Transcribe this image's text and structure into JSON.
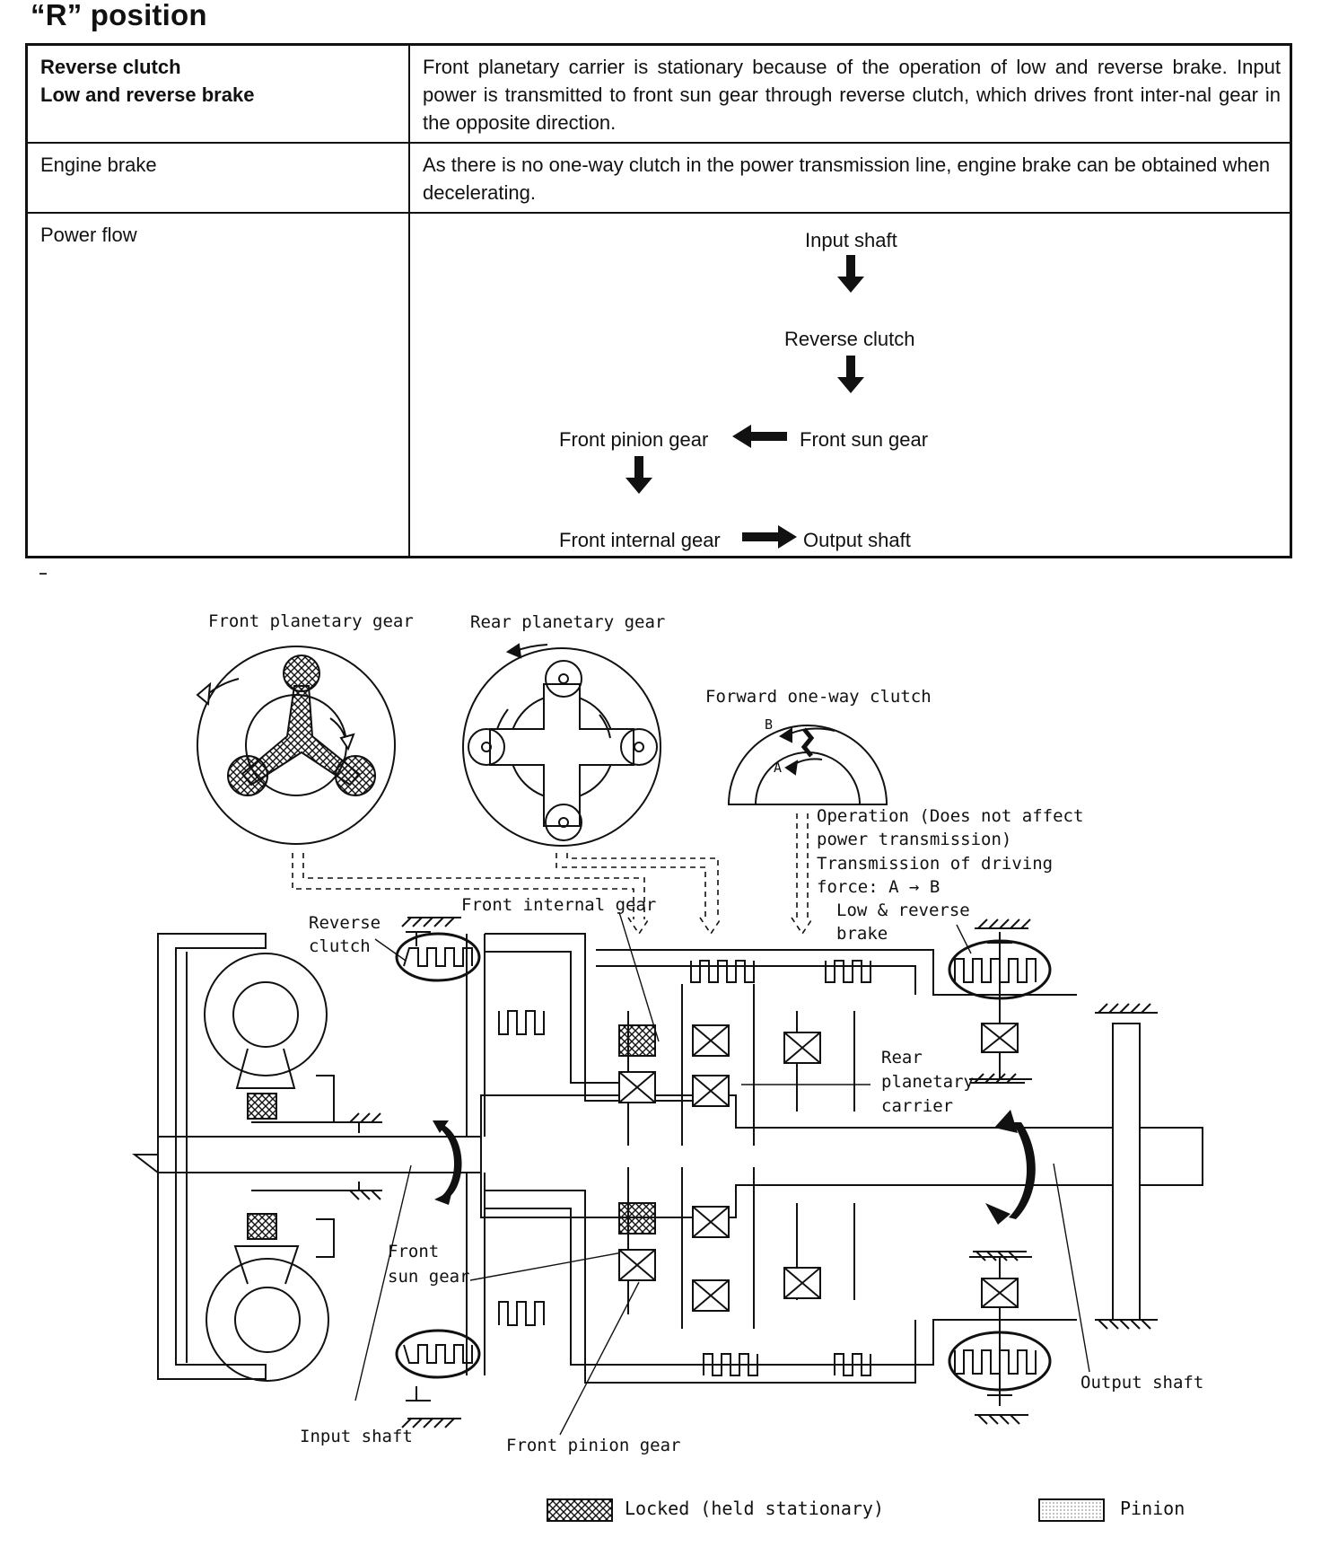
{
  "heading": "“R” position",
  "table": {
    "rows": [
      {
        "label_lines": [
          "Reverse clutch",
          "Low and reverse brake"
        ],
        "text": "Front planetary carrier is stationary because of the operation of low and reverse brake. Input power is transmitted to front sun gear through reverse clutch, which drives front inter-nal gear in the opposite direction."
      },
      {
        "label": "Engine brake",
        "text": "As there is no one-way clutch in the power transmission line, engine brake can be obtained when decelerating."
      },
      {
        "label": "Power flow"
      }
    ],
    "power_flow": {
      "input_shaft": "Input shaft",
      "reverse_clutch": "Reverse clutch",
      "front_sun_gear": "Front sun gear",
      "front_pinion_gear": "Front pinion gear",
      "front_internal_gear": "Front internal gear",
      "output_shaft": "Output shaft"
    }
  },
  "diagram": {
    "front_planetary_gear": "Front planetary gear",
    "rear_planetary_gear": "Rear planetary gear",
    "forward_one_way_clutch": "Forward one-way clutch",
    "point_b": "B",
    "point_a": "A",
    "operation_lines": [
      "Operation (Does not affect",
      "power transmission)",
      "Transmission of driving",
      "force: A → B"
    ],
    "front_internal_gear": "Front internal gear",
    "reverse_clutch_lines": [
      "Reverse",
      "clutch"
    ],
    "low_reverse_brake_lines": [
      "Low & reverse",
      "brake"
    ],
    "rear_planetary_carrier_lines": [
      "Rear",
      "planetary",
      "carrier"
    ],
    "front_sun_gear_lines": [
      "Front",
      "sun gear"
    ],
    "input_shaft": "Input shaft",
    "front_pinion_gear": "Front pinion gear",
    "output_shaft": "Output shaft"
  },
  "legend": {
    "locked": "Locked (held stationary)",
    "pinion": "Pinion"
  }
}
